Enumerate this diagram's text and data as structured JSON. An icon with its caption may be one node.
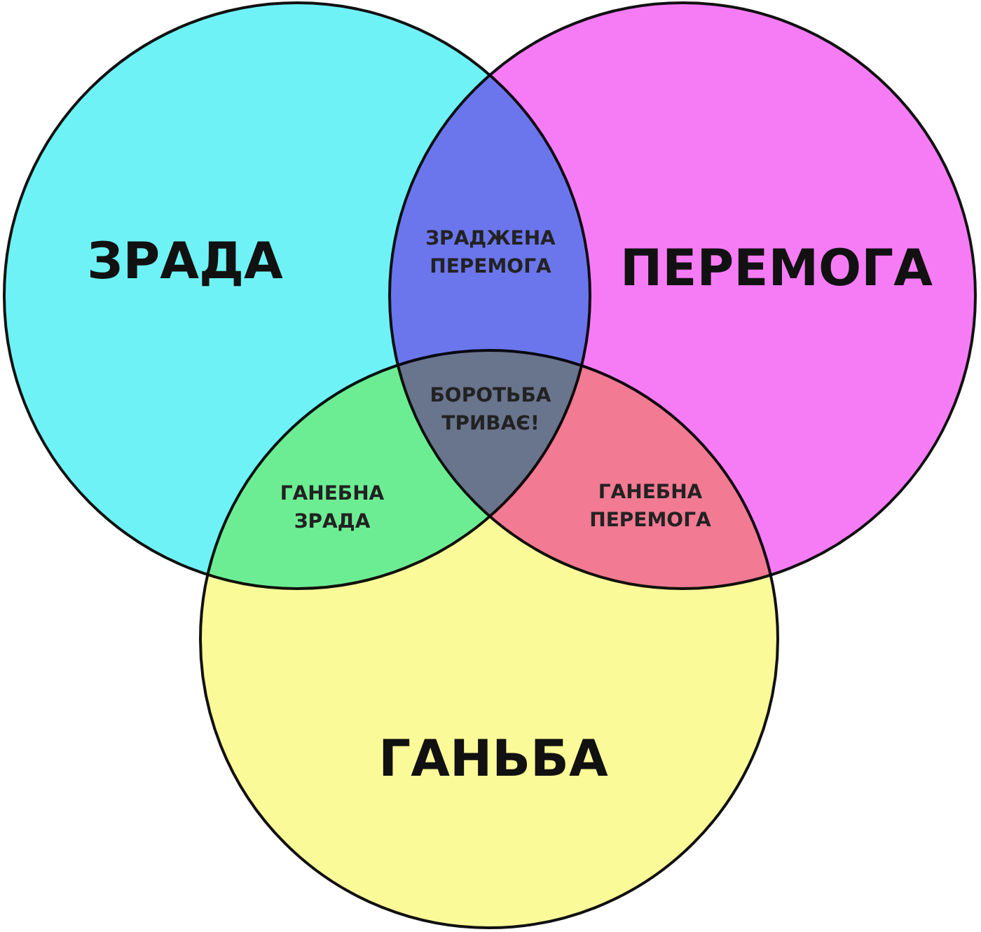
{
  "diagram": {
    "nodes": [
      {
        "text": [
          "ЗРАДА"
        ]
      },
      {
        "text": [
          "ПЕРЕМОГА"
        ]
      },
      {
        "text": [
          "ГАНЬБА"
        ]
      }
    ],
    "labels": [
      "ЗРАДЖЕНА ПЕРЕМОГА",
      "БОРОТЬБА ТРИВАЄ!",
      "ГАНЕБНА ЗРАДА",
      "ГАНЕБНА ПЕРЕМОГА"
    ]
  }
}
